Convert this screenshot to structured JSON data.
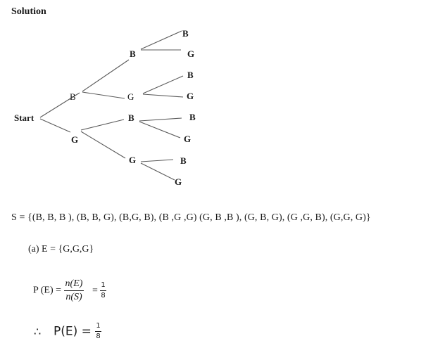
{
  "heading": "Solution",
  "tree": {
    "root": "Start",
    "level1": [
      "B",
      "G"
    ],
    "level2": [
      "B",
      "G",
      "B",
      "G"
    ],
    "level3": [
      "B",
      "G",
      "B",
      "G",
      "B",
      "G",
      "B",
      "G"
    ]
  },
  "sample_space": "S = {(B, B, B ),  (B, B, G),  (B,G, B), (B ,G ,G)   (G, B ,B ),  (G, B, G),  (G ,G, B), (G,G, G)}",
  "part_a": "(a)  E = {G,G,G}",
  "probability": {
    "lhs": "P (E) =",
    "num": "n(E)",
    "den": "n(S)",
    "eq": "=",
    "result_num": "1",
    "result_den": "8"
  },
  "conclusion": {
    "therefore": "∴",
    "lhs": "P(E) =",
    "num": "1",
    "den": "8"
  }
}
